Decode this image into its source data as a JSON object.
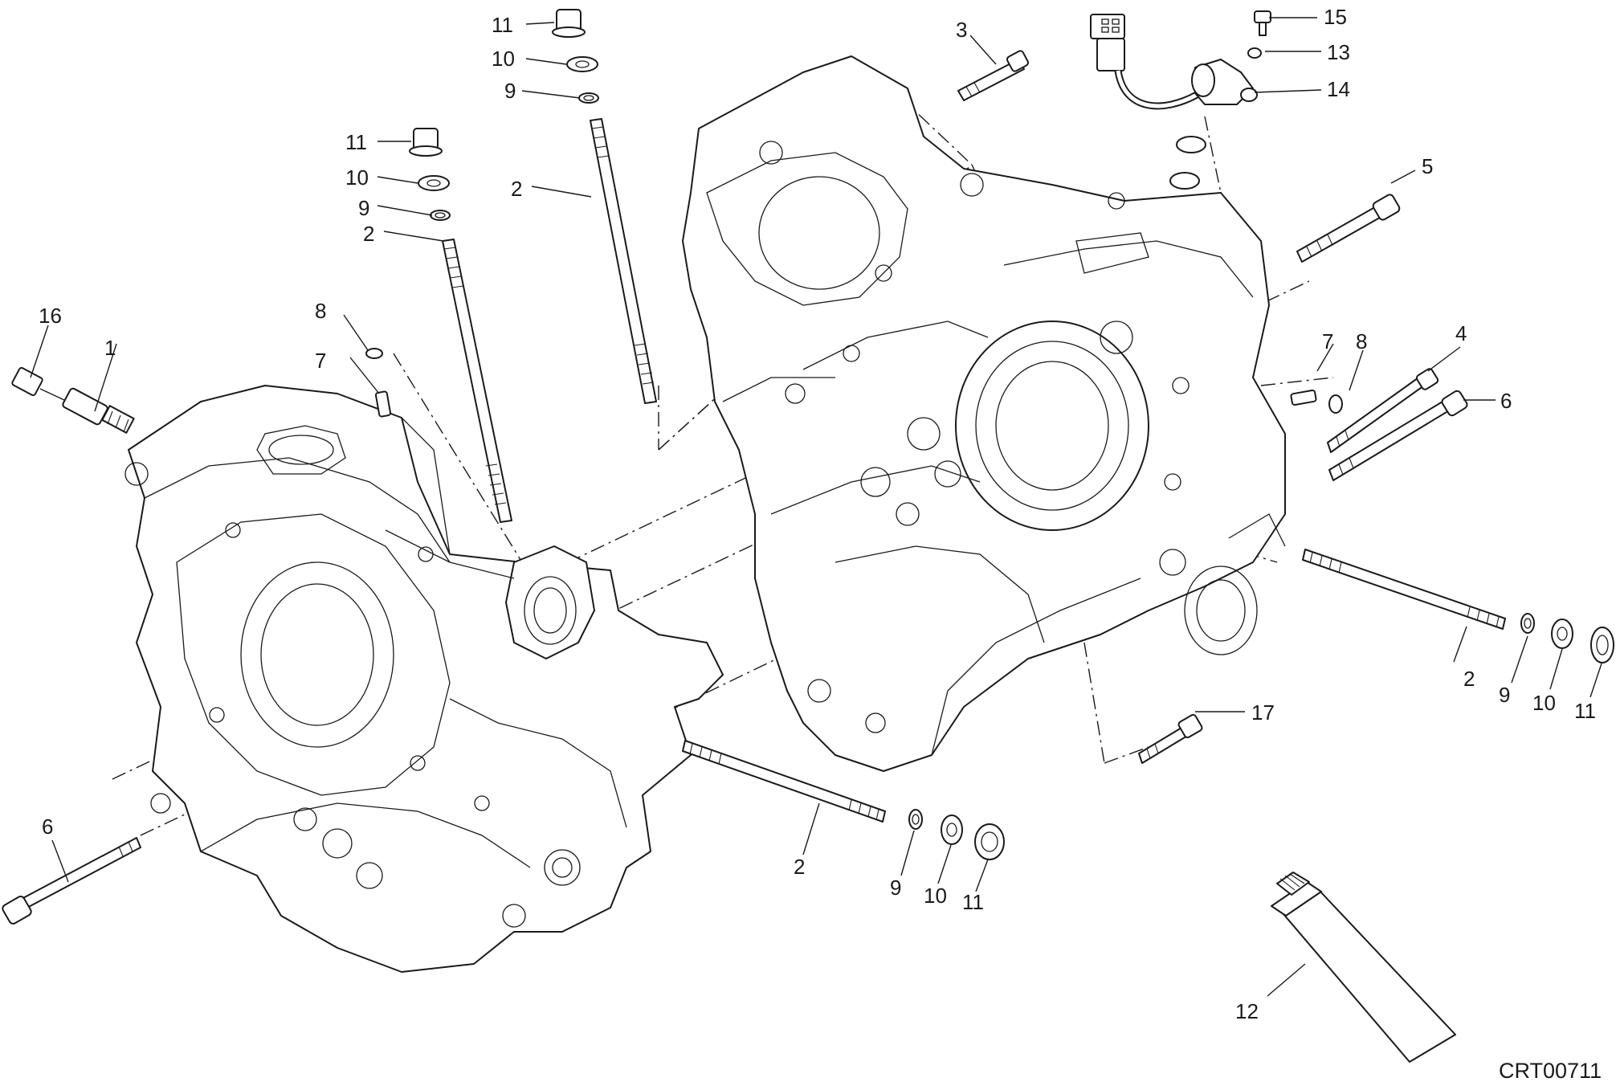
{
  "diagram": {
    "reference_code": "CRT00711",
    "callouts": {
      "c1": "1",
      "c2a": "2",
      "c2b": "2",
      "c2c": "2",
      "c2d": "2",
      "c3": "3",
      "c4": "4",
      "c5": "5",
      "c6a": "6",
      "c6b": "6",
      "c7a": "7",
      "c7b": "7",
      "c8a": "8",
      "c8b": "8",
      "c9a": "9",
      "c9b": "9",
      "c9c": "9",
      "c9d": "9",
      "c10a": "10",
      "c10b": "10",
      "c10c": "10",
      "c10d": "10",
      "c11a": "11",
      "c11b": "11",
      "c11c": "11",
      "c11d": "11",
      "c12": "12",
      "c13": "13",
      "c14": "14",
      "c15": "15",
      "c16": "16",
      "c17": "17"
    }
  }
}
